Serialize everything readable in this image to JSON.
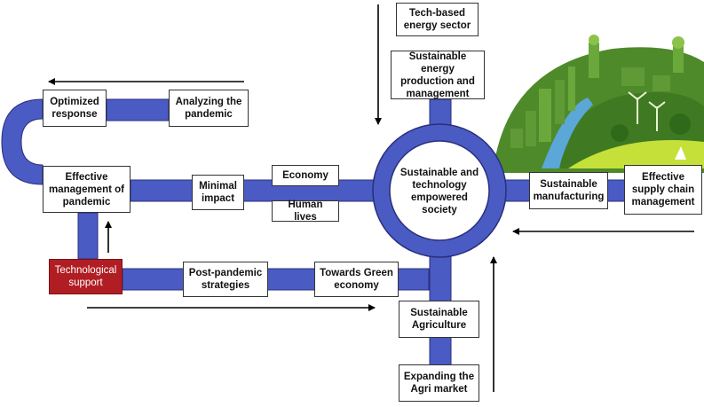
{
  "nodes": {
    "tech_energy": "Tech-based\nenergy sector",
    "sustainable_energy": "Sustainable energy\nproduction and\nmanagement",
    "optimized_response": "Optimized\nresponse",
    "analyzing_pandemic": "Analyzing the\npandemic",
    "effective_management": "Effective\nmanagement of\npandemic",
    "minimal_impact": "Minimal\nimpact",
    "economy": "Economy",
    "human_lives": "Human lives",
    "center": "Sustainable and\ntechnology\nempowered\nsociety",
    "sustainable_manufacturing": "Sustainable\nmanufacturing",
    "supply_chain": "Effective\nsupply chain\nmanagement",
    "technological_support": "Technological\nsupport",
    "post_pandemic": "Post-pandemic\nstrategies",
    "green_economy": "Towards Green\neconomy",
    "sustainable_agriculture": "Sustainable\nAgriculture",
    "agri_market": "Expanding the\nAgri market"
  },
  "colors": {
    "pipe": "#4a5bc4",
    "pipe_edge": "#2a2f7a",
    "highlight": "#b01e24",
    "earth_green": "#4f8a2a",
    "earth_light": "#c6e03a",
    "water": "#5aa7d8"
  },
  "illustration": "green-city-earth-icon"
}
